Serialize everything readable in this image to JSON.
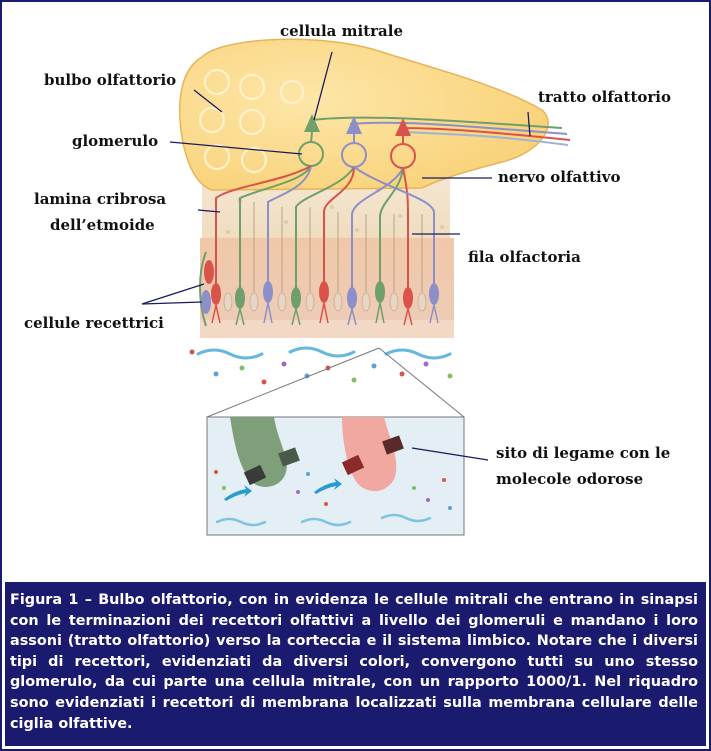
{
  "labels": {
    "cellula_mitrale": "cellula mitrale",
    "bulbo_olfattorio": "bulbo olfattorio",
    "tratto_olfattorio": "tratto olfattorio",
    "glomerulo": "glomerulo",
    "nervo_olfattivo": "nervo olfattivo",
    "lamina_cribrosa_1": "lamina cribrosa",
    "lamina_cribrosa_2": "dell’etmoide",
    "fila_olfactoria": "fila olfactoria",
    "cellule_recettrici": "cellule recettrici",
    "sito_legame_1": "sito di legame con le",
    "sito_legame_2": "molecole odorose"
  },
  "caption": "Figura 1 – Bulbo olfattorio, con in evidenza le cellule mitrali che entrano in sinapsi con le terminazioni dei recettori olfattivi a livello dei glomeruli e mandano i loro assoni (tratto olfattorio) verso la corteccia e il sistema limbico. Notare che i diversi tipi di recettori, evidenziati da diversi colori, convergono tutti su uno stesso glomerulo, da cui parte una cellula mitrale, con un rapporto 1000/1. Nel riquadro sono evidenziati i recettori di membrana localizzati sulla membrana cellulare delle ciglia olfattive.",
  "colors": {
    "bulb": "#fbd98a",
    "bulb_edge": "#e8b45a",
    "green_neuron": "#6f9f6a",
    "blue_neuron": "#8d8fc9",
    "red_neuron": "#d9534a",
    "caption_bg": "#1a1a6e",
    "inset_bg": "#e3eff5"
  }
}
